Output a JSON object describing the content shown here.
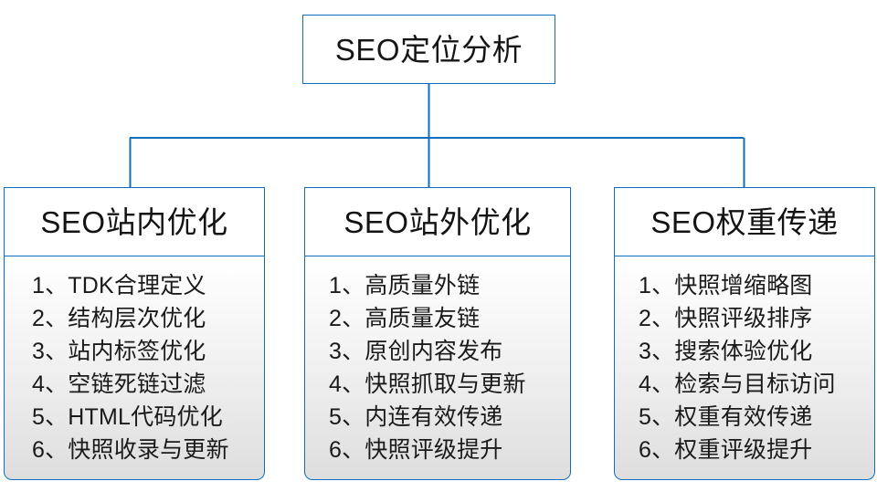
{
  "diagram": {
    "type": "org-tree",
    "colors": {
      "border": "#0f6fbe",
      "text": "#161616",
      "panel_top": "#ffffff",
      "panel_bottom": "#dedede",
      "background": "#ffffff"
    },
    "root": {
      "label": "SEO定位分析"
    },
    "branches": [
      {
        "title": "SEO站内优化",
        "items": [
          "1、TDK合理定义",
          "2、结构层次优化",
          "3、站内标签优化",
          "4、空链死链过滤",
          "5、HTML代码优化",
          "6、快照收录与更新"
        ]
      },
      {
        "title": "SEO站外优化",
        "items": [
          "1、高质量外链",
          "2、高质量友链",
          "3、原创内容发布",
          "4、快照抓取与更新",
          "5、内连有效传递",
          "6、快照评级提升"
        ]
      },
      {
        "title": "SEO权重传递",
        "items": [
          "1、快照增缩略图",
          "2、快照评级排序",
          "3、搜索体验优化",
          "4、检索与目标访问",
          "5、权重有效传递",
          "6、权重评级提升"
        ]
      }
    ]
  }
}
